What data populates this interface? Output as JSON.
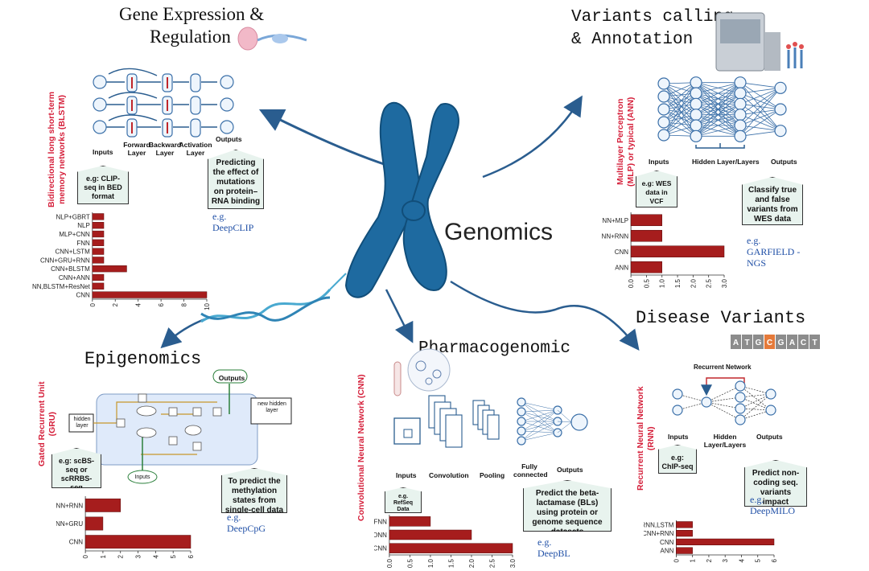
{
  "center": {
    "title": "Genomics"
  },
  "panels": {
    "gene": {
      "title_line1": "Gene Expression &",
      "title_line2": "Regulation",
      "model_line1": "Bidirectional long short-term",
      "model_line2": "memory networks (BLSTM)",
      "labels": {
        "inputs": "Inputs",
        "forward": "Forward Layer",
        "backward": "Backward Layer",
        "activation": "Activation Layer",
        "outputs": "Outputs"
      },
      "data_box": "e.g: CLIP-seq in BED format",
      "task_box": "Predicting the effect of mutations on protein–RNA binding",
      "eg_line1": "e.g.",
      "eg_line2": "DeepCLIP"
    },
    "variants": {
      "title_line1": "Variants calling",
      "title_line2": "& Annotation",
      "model_line1": "Multilayer Perceptron",
      "model_line2": "(MLP) or typical (ANN)",
      "labels": {
        "inputs": "Inputs",
        "hidden": "Hidden Layer/Layers",
        "outputs": "Outputs"
      },
      "data_box": "e.g: WES data in VCF",
      "task_box": "Classify true and false variants from WES data",
      "eg_line1": "e.g.",
      "eg_line2": "GARFIELD -",
      "eg_line3": "NGS"
    },
    "epi": {
      "title": "Epigenomics",
      "model_line1": "Gated Recurrent Unit",
      "model_line2": "(GRU)",
      "labels": {
        "outputs": "Outputs",
        "hidden": "hidden layer",
        "new_hidden": "new hidden layer",
        "inputs": "Inputs"
      },
      "data_box": "e.g: scBS-seq or scRRBS-seq",
      "task_box": "To predict the methylation states from single-cell data",
      "eg_line1": "e.g.",
      "eg_line2": "DeepCpG"
    },
    "pharma": {
      "title": "Pharmacogenomic",
      "model": "Convolutional Neural Network (CNN)",
      "labels": {
        "inputs": "Inputs",
        "convolution": "Convolution",
        "pooling": "Pooling",
        "fully": "Fully connected",
        "outputs": "Outputs"
      },
      "data_box": "e.g. RefSeq Data",
      "task_box": "Predict the beta-lactamase (BLs) using protein or genome sequence datasets",
      "eg_line1": "e.g.",
      "eg_line2": "DeepBL"
    },
    "disease": {
      "title": "Disease Variants",
      "seq_letters": [
        "A",
        "T",
        "G",
        "C",
        "G",
        "A",
        "C",
        "T"
      ],
      "model_line1": "Recurrent Neural Network",
      "model_line2": "(RNN)",
      "labels": {
        "recurrent": "Recurrent Network",
        "inputs": "Inputs",
        "hidden": "Hidden Layer/Layers",
        "outputs": "Outputs"
      },
      "data_box": "e.g: ChIP-seq",
      "task_box": "Predict non-coding seq. variants impact",
      "eg_line1": "e.g.",
      "eg_line2": "DeepMILO"
    }
  },
  "colors": {
    "bar": "#a61d1d",
    "model_label": "#d51f3a",
    "arrow": "#2a5d8f",
    "chromosome": "#1e6aa0",
    "box_fill": "#e8f3ee",
    "eg_text": "#1f4fa6"
  },
  "chart_data": [
    {
      "id": "gene",
      "type": "bar",
      "orientation": "horizontal",
      "categories": [
        "NLP+GBRT",
        "NLP",
        "MLP+CNN",
        "FNN",
        "CNN+LSTM",
        "CNN+GRU+RNN",
        "CNN+BLSTM",
        "CNN+ANN",
        "CNN,BLSTM+ResNet",
        "CNN"
      ],
      "values": [
        1,
        1,
        1,
        1,
        1,
        1,
        3,
        1,
        1,
        10
      ],
      "xlim": [
        0,
        10
      ],
      "xticks": [
        0,
        2,
        4,
        6,
        8,
        10
      ]
    },
    {
      "id": "variants",
      "type": "bar",
      "orientation": "horizontal",
      "categories": [
        "DNN+MLP",
        "CNN+RNN",
        "CNN",
        "ANN"
      ],
      "values": [
        1,
        1,
        3,
        1
      ],
      "xlim": [
        0,
        3
      ],
      "xticks": [
        "0.0",
        "0.5",
        "1.0",
        "1.5",
        "2.0",
        "2.5",
        "3.0"
      ]
    },
    {
      "id": "epi",
      "type": "bar",
      "orientation": "horizontal",
      "categories": [
        "CNN+RNN",
        "CNN+GRU",
        "CNN"
      ],
      "values": [
        2,
        1,
        6
      ],
      "xlim": [
        0,
        6
      ],
      "xticks": [
        0,
        1,
        2,
        3,
        4,
        5,
        6
      ]
    },
    {
      "id": "pharma",
      "type": "bar",
      "orientation": "horizontal",
      "categories": [
        "FNN",
        "DNN",
        "CNN"
      ],
      "values": [
        1,
        2,
        3
      ],
      "xlim": [
        0,
        3
      ],
      "xticks": [
        "0.0",
        "0.5",
        "1.0",
        "1.5",
        "2.0",
        "2.5",
        "3.0"
      ]
    },
    {
      "id": "disease",
      "type": "bar",
      "orientation": "horizontal",
      "categories": [
        "RNN,LSTM",
        "CNN+RNN",
        "CNN",
        "ANN"
      ],
      "values": [
        1,
        1,
        6,
        1
      ],
      "xlim": [
        0,
        6
      ],
      "xticks": [
        0,
        1,
        2,
        3,
        4,
        5,
        6
      ]
    }
  ]
}
